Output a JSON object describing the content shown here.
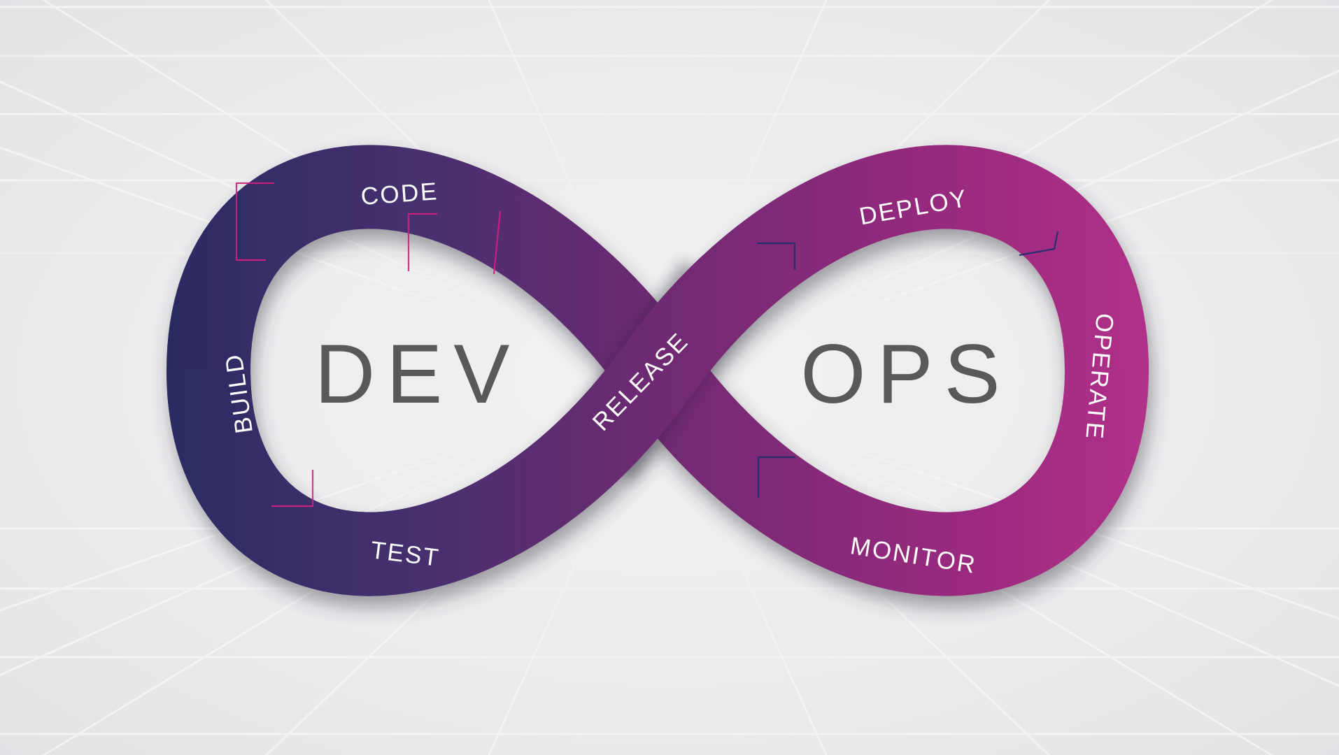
{
  "diagram": {
    "dev_label": "DEV",
    "ops_label": "OPS",
    "stages": {
      "code": "CODE",
      "build": "BUILD",
      "test": "TEST",
      "release": "RELEASE",
      "deploy": "DEPLOY",
      "operate": "OPERATE",
      "monitor": "MONITOR"
    },
    "colors": {
      "background": "#ebebed",
      "grid_line": "#fbfbfc",
      "ribbon_start": "#2b2b62",
      "ribbon_quarter": "#45306e",
      "ribbon_mid": "#6f2a72",
      "ribbon_three_quarter": "#92297c",
      "ribbon_end": "#b13088",
      "center_text": "#58595b",
      "label_text": "#ffffff",
      "accent_pink": "#d41f7f",
      "accent_navy": "#1c2f6e"
    }
  }
}
